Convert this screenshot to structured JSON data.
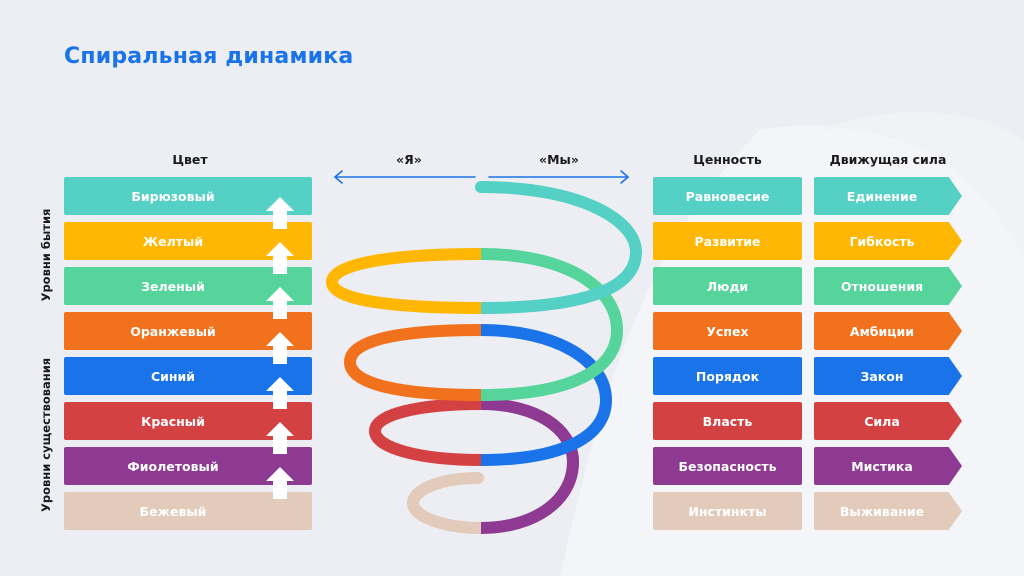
{
  "title": "Спиральная динамика",
  "headers": {
    "color": "Цвет",
    "value": "Ценность",
    "force": "Движущая сила"
  },
  "axis": {
    "left_label": "«Я»",
    "right_label": "«Мы»",
    "color": "#1a73e8"
  },
  "side_labels": {
    "being": "Уровни бытия",
    "existence": "Уровни существования"
  },
  "levels": [
    {
      "color_name": "Бирюзовый",
      "value": "Равновесие",
      "force": "Единение",
      "hex": "#55d0c5"
    },
    {
      "color_name": "Желтый",
      "value": "Развитие",
      "force": "Гибкость",
      "hex": "#ffb703"
    },
    {
      "color_name": "Зеленый",
      "value": "Люди",
      "force": "Отношения",
      "hex": "#55d49b"
    },
    {
      "color_name": "Оранжевый",
      "value": "Успех",
      "force": "Амбиции",
      "hex": "#f2711c"
    },
    {
      "color_name": "Синий",
      "value": "Порядок",
      "force": "Закон",
      "hex": "#1a73e8"
    },
    {
      "color_name": "Красный",
      "value": "Власть",
      "force": "Сила",
      "hex": "#d44143"
    },
    {
      "color_name": "Фиолетовый",
      "value": "Безопасность",
      "force": "Мистика",
      "hex": "#8e3a92"
    },
    {
      "color_name": "Бежевый",
      "value": "Инстинкты",
      "force": "Выживание",
      "hex": "#e2cbbb"
    }
  ]
}
